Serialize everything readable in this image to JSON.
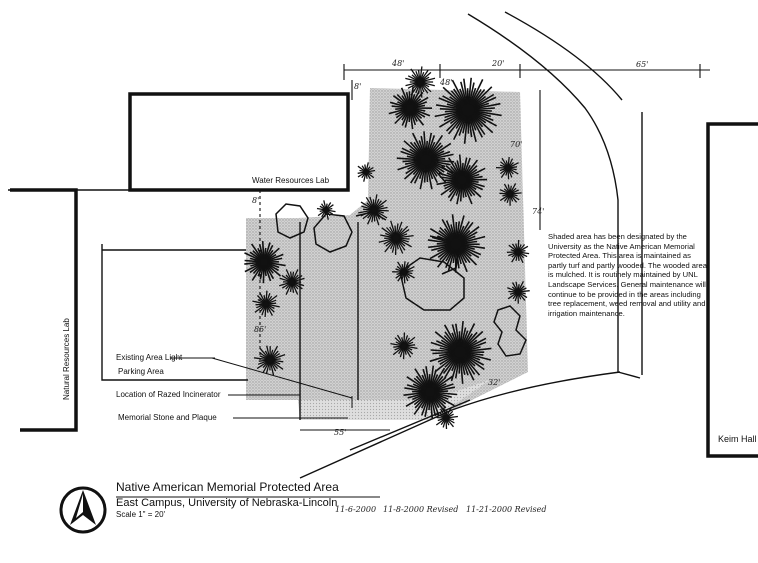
{
  "labels": {
    "water_resources_lab": "Water Resources Lab",
    "natural_resources_lab": "Natural Resources Lab",
    "keim_hall": "Keim Hall",
    "existing_area_light": "Existing Area Light",
    "parking_area": "Parking Area",
    "location_razed_incinerator": "Location of Razed Incinerator",
    "memorial_stone": "Memorial Stone and Plaque"
  },
  "dimensions": {
    "d48": "48'",
    "d48b": "48'",
    "d20": "20'",
    "d65": "65'",
    "d8": "8'",
    "d8b": "8'",
    "d70": "70'",
    "d74": "74'",
    "d85": "85'",
    "d55": "55'",
    "d32": "32'"
  },
  "note": "Shaded area has been designated by the University as the Native American Memorial Protected Area. This area is maintained as partly turf and partly wooded. The wooded area is mulched. It is routinely maintained by UNL Landscape Services. General maintenance will continue to be provided in the areas including tree replacement, weed removal and utility and irrigation maintenance.",
  "title": {
    "main": "Native American Memorial Protected Area",
    "sub": "East Campus, University of Nebraska-Lincoln",
    "scale": "Scale 1\" = 20'"
  },
  "dates": {
    "d1": "11-6-2000",
    "d2": "11-8-2000 Revised",
    "d3": "11-21-2000 Revised"
  },
  "icons": {
    "north_arrow": "north-arrow-icon",
    "tree": "tree-symbol-icon"
  },
  "colors": {
    "ink": "#111111",
    "shade": "#c9c9c9"
  }
}
